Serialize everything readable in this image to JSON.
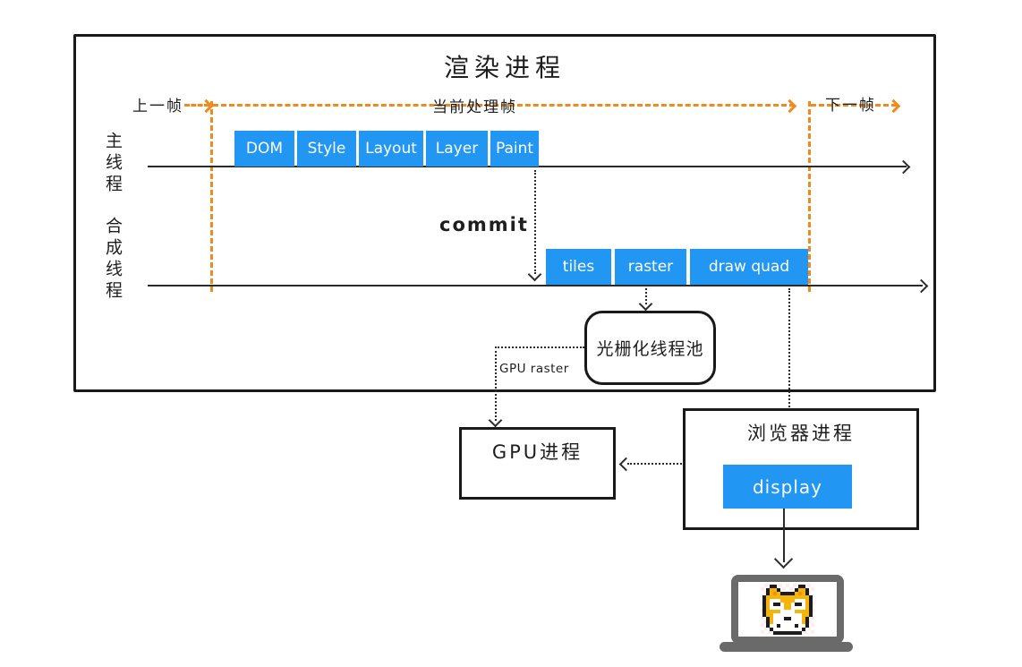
{
  "render_process": {
    "title": "渲染进程",
    "frames": {
      "previous_label": "上一帧",
      "current_label": "当前处理帧",
      "next_label": "下一帧"
    },
    "main_thread": {
      "label": "主线程",
      "stages": [
        "DOM",
        "Style",
        "Layout",
        "Layer",
        "Paint"
      ]
    },
    "commit_label": "commit",
    "compositor_thread": {
      "label": "合成线程",
      "stages": [
        "tiles",
        "raster",
        "draw quad"
      ]
    },
    "raster_pool_label": "光栅化线程池",
    "gpu_raster_label": "GPU raster"
  },
  "gpu_process": {
    "title": "GPU进程"
  },
  "browser_process": {
    "title": "浏览器进程",
    "display_label": "display"
  },
  "device": {
    "icon": "laptop-with-shiba-dog-icon"
  },
  "colors": {
    "stage_blue": "#2196F3",
    "frame_orange": "#EF8A1D",
    "line_black": "#2b2b2b",
    "laptop_gray": "#6a6a6a",
    "dog_yellow": "#F6B40B"
  }
}
